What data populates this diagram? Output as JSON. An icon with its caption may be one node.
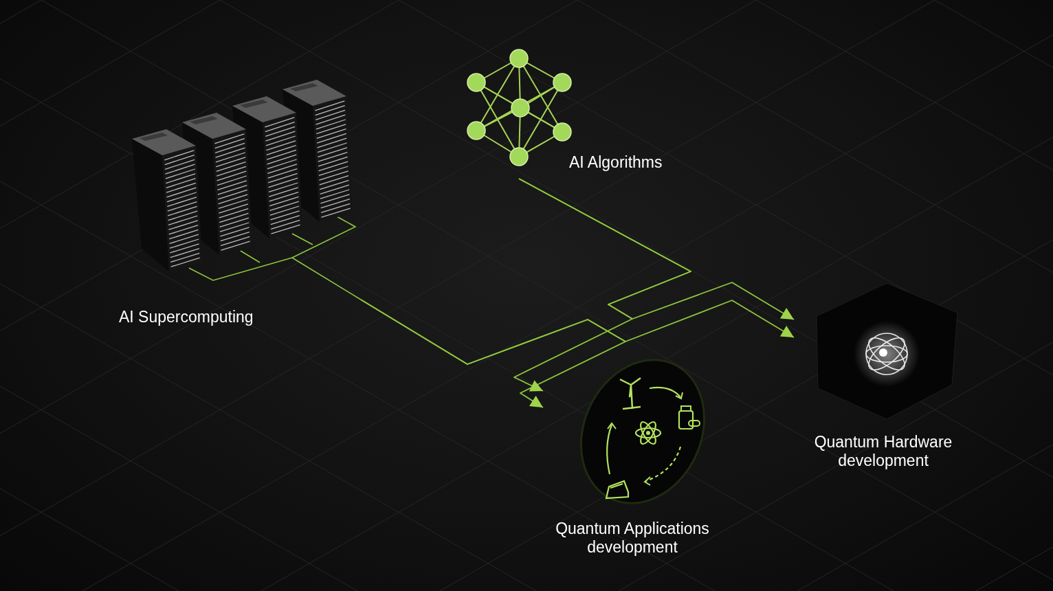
{
  "diagram": {
    "nodes": [
      {
        "text": [
          "AI Supercomputing"
        ]
      },
      {
        "text": [
          "AI Algorithms"
        ]
      },
      {
        "text": [
          "Quantum Hardware development"
        ]
      },
      {
        "text": [
          "Quantum Applications development"
        ]
      }
    ],
    "edges": [
      {
        "from": 0,
        "to": 3,
        "arrow": "to"
      },
      {
        "from": 0,
        "to": 2,
        "arrow": "to"
      },
      {
        "from": 1,
        "to": 3,
        "arrow": "to"
      },
      {
        "from": 1,
        "to": 2,
        "arrow": "to"
      }
    ]
  }
}
